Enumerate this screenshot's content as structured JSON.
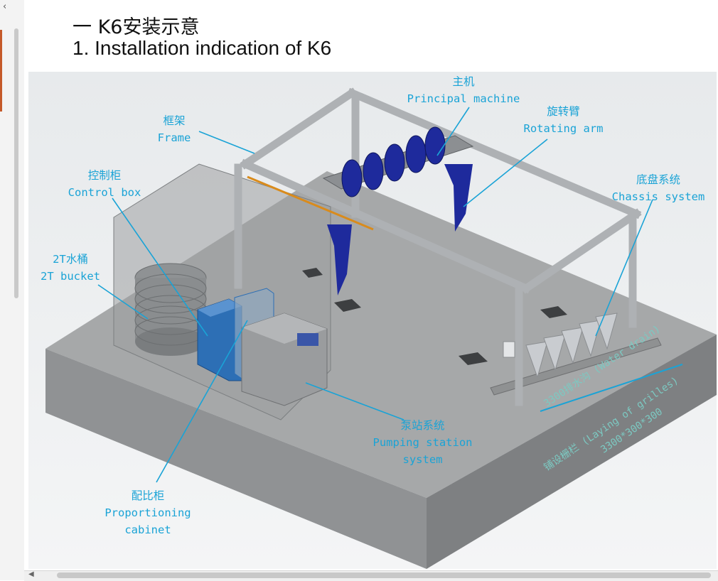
{
  "title": {
    "line1": "一  K6安装示意",
    "line2": "1. Installation indication of K6"
  },
  "labels": {
    "principal_cn": "主机",
    "principal_en": "Principal machine",
    "frame_cn": "框架",
    "frame_en": "Frame",
    "rotating_cn": "旋转臂",
    "rotating_en": "Rotating arm",
    "control_cn": "控制柜",
    "control_en": "Control box",
    "chassis_cn": "底盘系统",
    "chassis_en": "Chassis system",
    "bucket_cn": "2T水桶",
    "bucket_en": "2T bucket",
    "pump_cn": "泵站系统",
    "pump_en1": "Pumping station",
    "pump_en2": "system",
    "prop_cn": "配比柜",
    "prop_en1": "Proportioning",
    "prop_en2": "cabinet",
    "drain": "3300排水沟 (Water drain)",
    "grille_cn": "铺设栅栏 (Laying of grilles)",
    "grille_dim": "3300*300*300"
  },
  "colors": {
    "label": "#1aa3d6",
    "brush": "#1e2a9c",
    "frame": "#b5b8bb",
    "floor": "#a9abac"
  }
}
